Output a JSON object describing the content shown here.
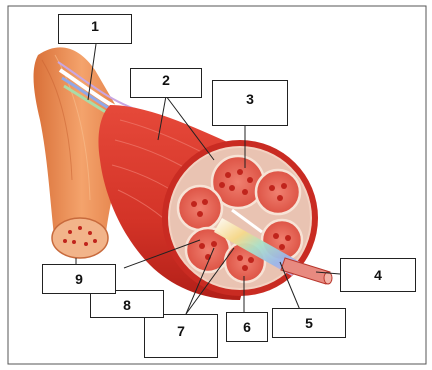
{
  "diagram": {
    "labels": [
      {
        "id": "1",
        "text": "1"
      },
      {
        "id": "2",
        "text": "2"
      },
      {
        "id": "3",
        "text": "3"
      },
      {
        "id": "4",
        "text": "4"
      },
      {
        "id": "5",
        "text": "5"
      },
      {
        "id": "6",
        "text": "6"
      },
      {
        "id": "7",
        "text": "7"
      },
      {
        "id": "8",
        "text": "8"
      },
      {
        "id": "9",
        "text": "9"
      }
    ],
    "colors": {
      "muscle": "#d93a2e",
      "muscle_dark": "#b8231b",
      "fascicle_fill": "#e8685a",
      "fiber_dot": "#c0241c",
      "tendon": "#e98a55",
      "sheath": "#f2c9b8"
    }
  }
}
